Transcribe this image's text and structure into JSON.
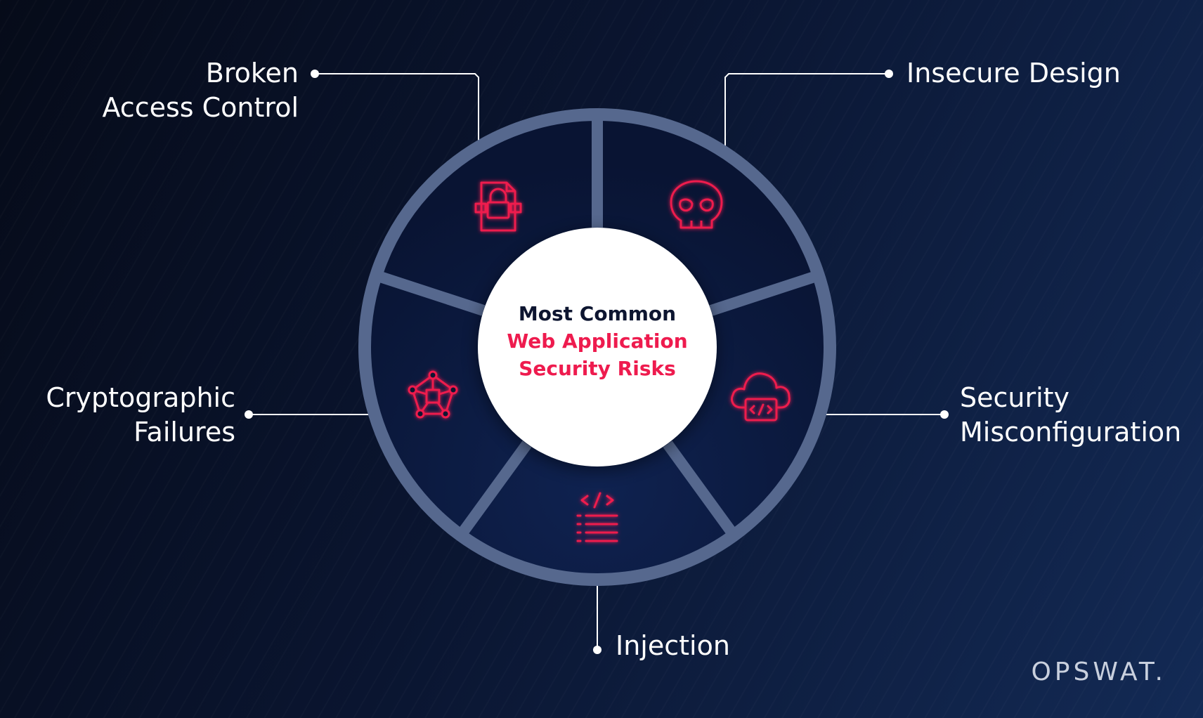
{
  "center": {
    "line1": "Most Common",
    "line2": "Web Application",
    "line3": "Security Risks"
  },
  "risks": [
    {
      "lines": [
        "Broken",
        "Access Control"
      ],
      "icon": "document-lock-icon"
    },
    {
      "lines": [
        "Insecure Design"
      ],
      "icon": "skull-icon"
    },
    {
      "lines": [
        "Security",
        "Misconfiguration"
      ],
      "icon": "cloud-code-icon"
    },
    {
      "lines": [
        "Injection"
      ],
      "icon": "code-list-icon"
    },
    {
      "lines": [
        "Cryptographic",
        "Failures"
      ],
      "icon": "network-pentagon-icon"
    }
  ],
  "brand": "OPSWAT.",
  "colors": {
    "accent": "#ee1b4e",
    "ring": "#56688e",
    "background": "#0a1530"
  }
}
